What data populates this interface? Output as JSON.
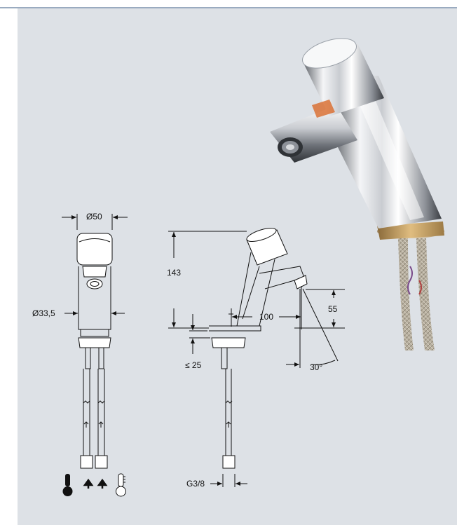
{
  "dimensions": {
    "head_diameter": "Ø50",
    "body_diameter": "Ø33,5",
    "height": "143",
    "reach": "100",
    "spout_height": "55",
    "deck_thickness": "≤ 25",
    "thread": "G3/8",
    "angle": "30°"
  },
  "colors": {
    "panel": "#dde1e6",
    "rule": "#9aabc0",
    "chrome_light": "#f4f5f7",
    "chrome_dark": "#3a3d42",
    "brass": "#c8a063",
    "hose": "#a89f8e"
  },
  "icons": {
    "hot_supply": "thermometer-full-icon",
    "cold_supply": "thermometer-empty-icon",
    "flow_direction": "arrow-up-icon"
  }
}
